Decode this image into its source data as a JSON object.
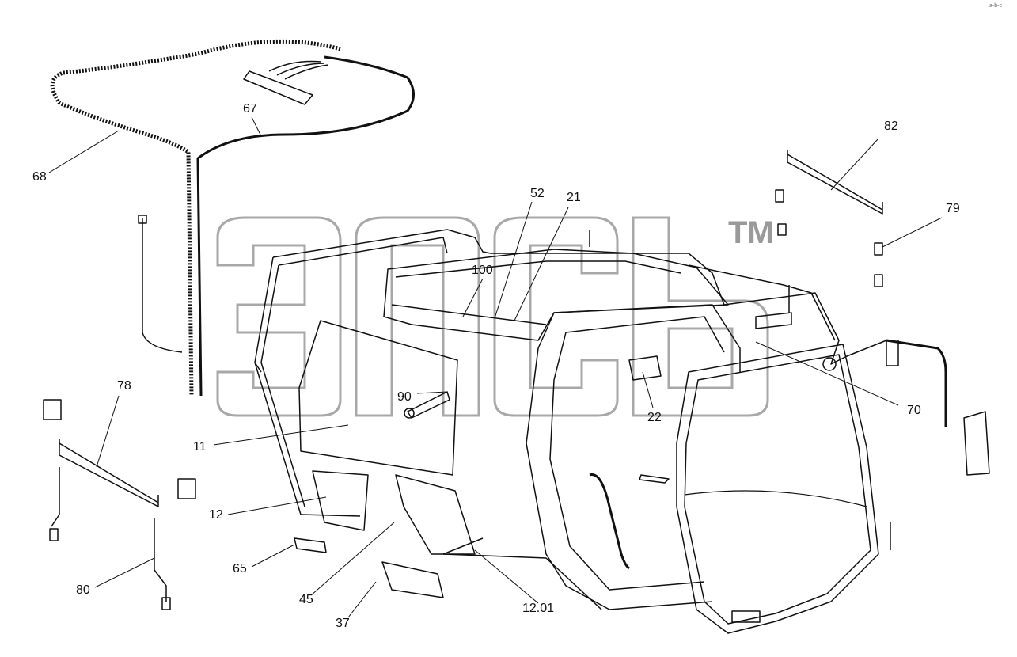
{
  "corner_note": "a-b-c",
  "watermark": {
    "tm": "TM"
  },
  "labels": {
    "l11": "11",
    "l12": "12",
    "l12_01": "12.01",
    "l21": "21",
    "l22": "22",
    "l37": "37",
    "l45": "45",
    "l52": "52",
    "l65": "65",
    "l67": "67",
    "l68": "68",
    "l70": "70",
    "l78": "78",
    "l79": "79",
    "l80": "80",
    "l82": "82",
    "l90": "90",
    "l100": "100"
  }
}
